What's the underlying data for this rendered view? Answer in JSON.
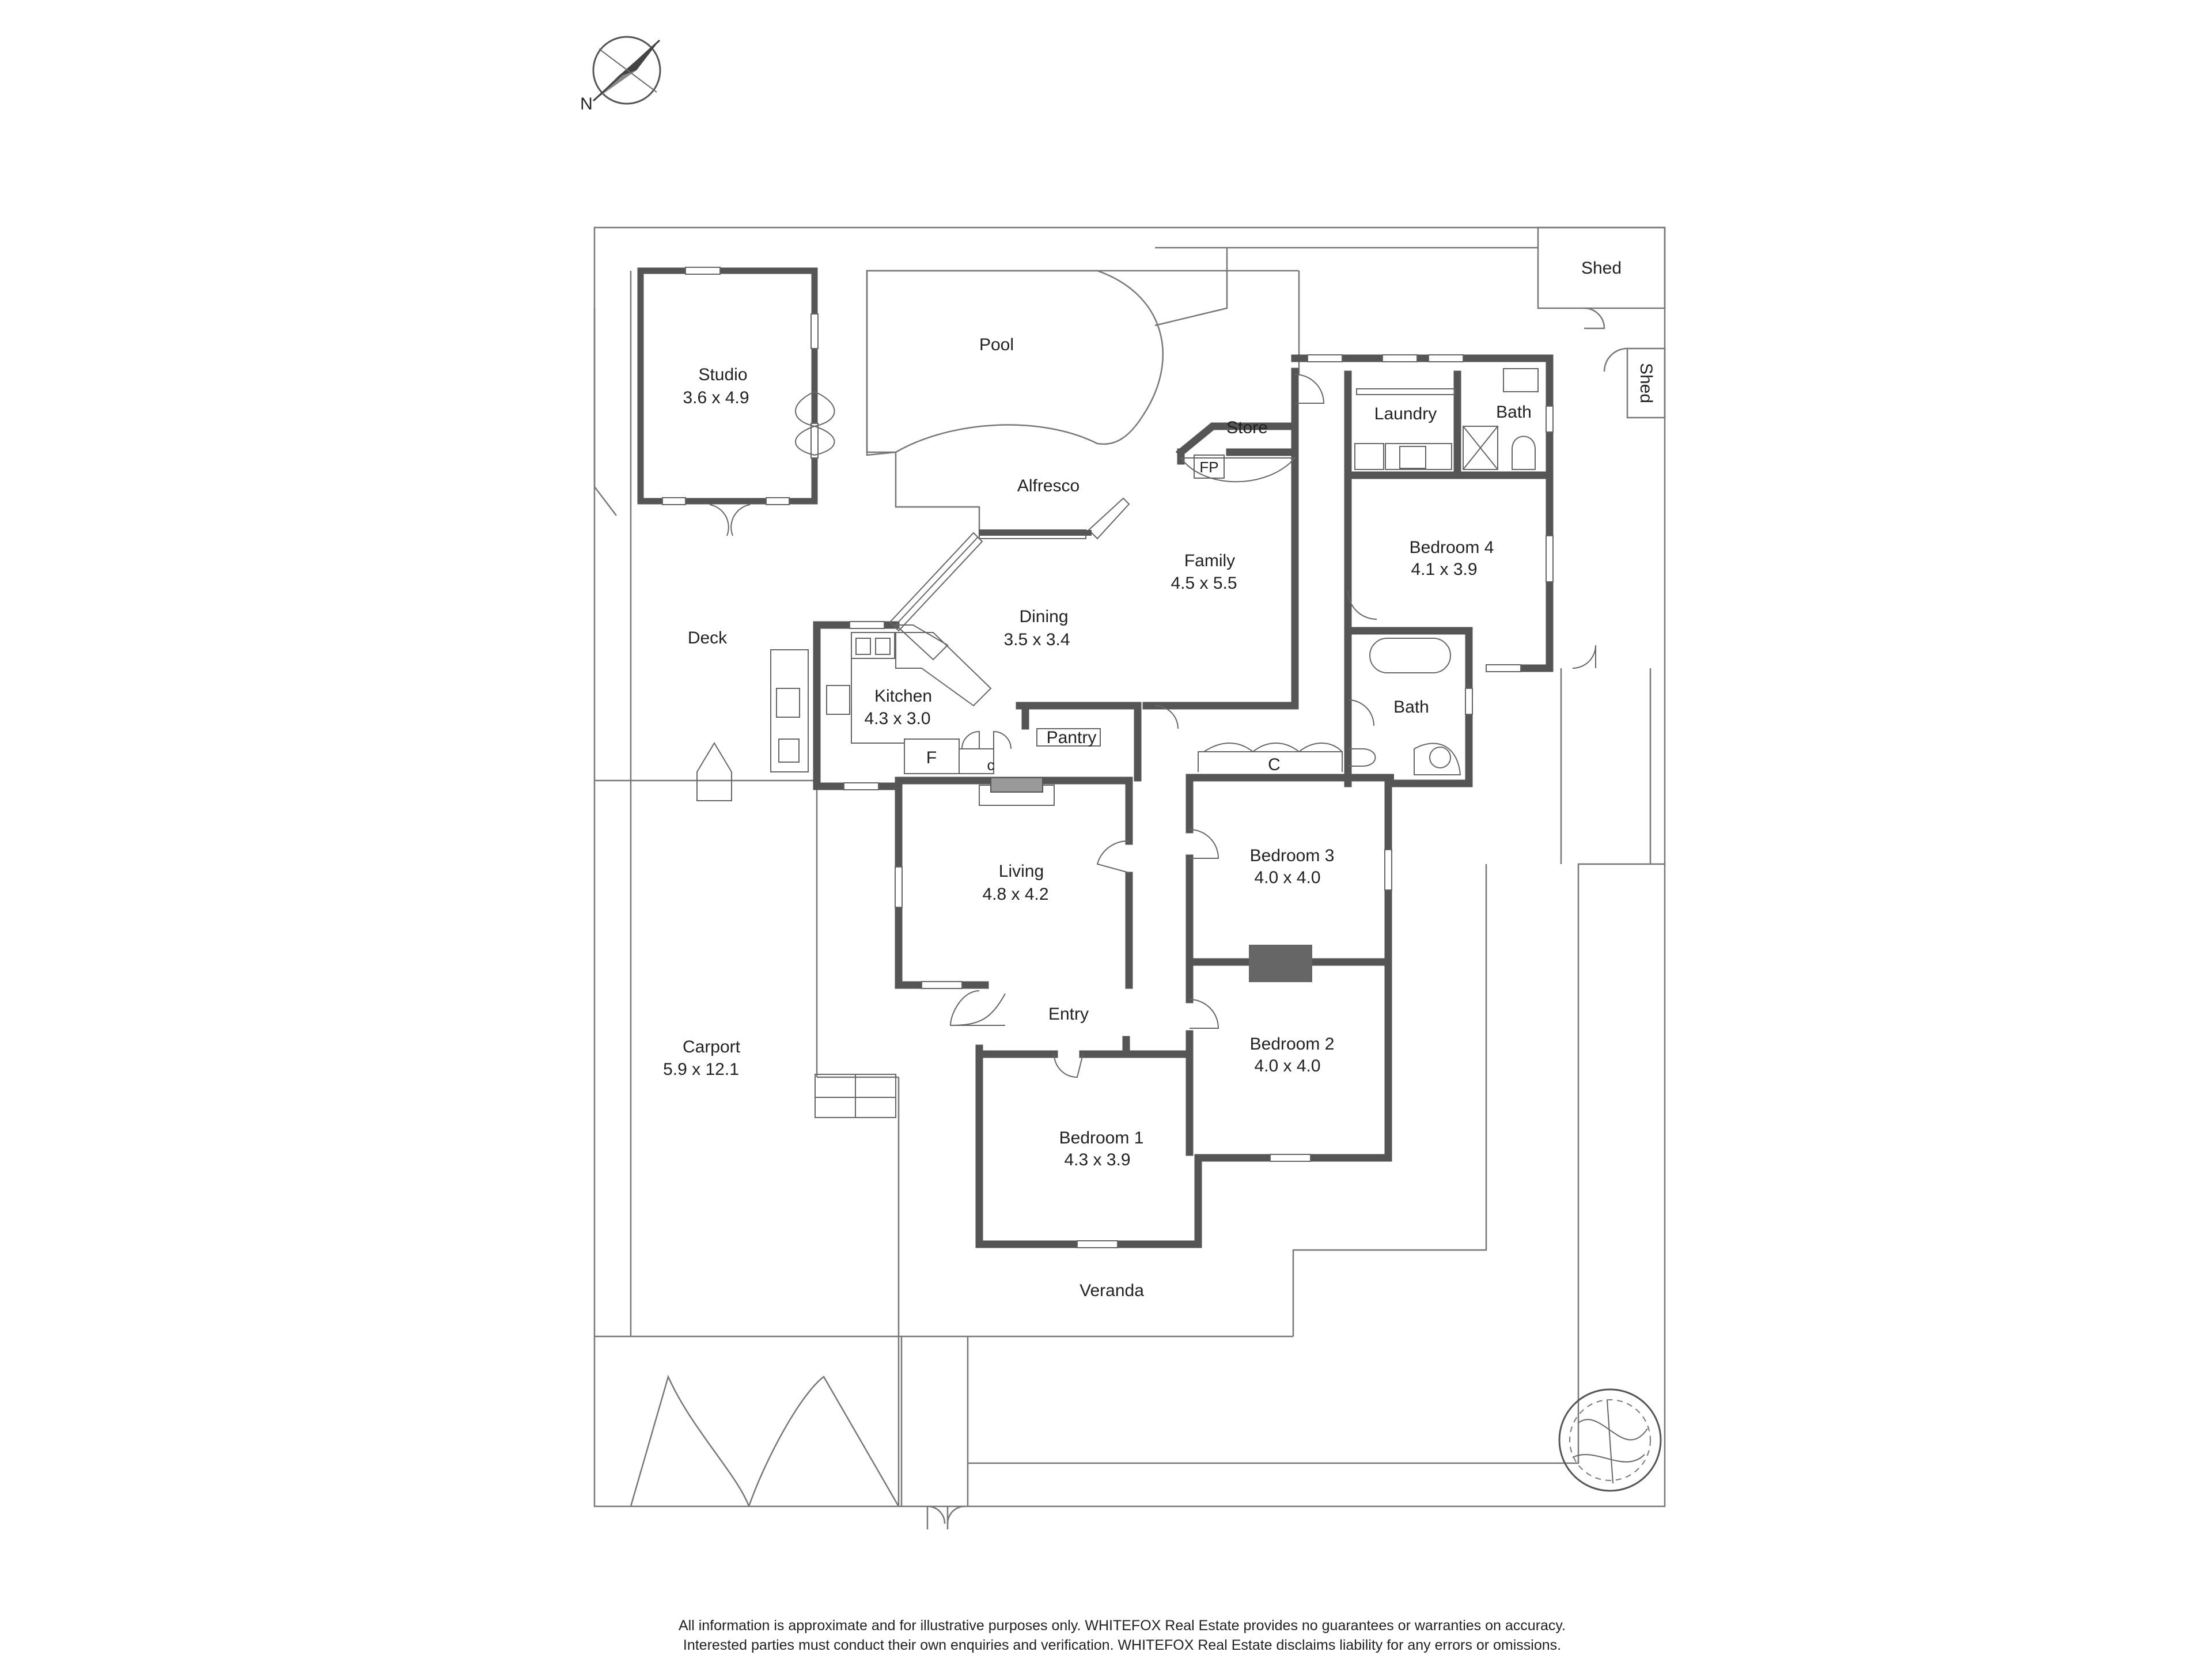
{
  "compass": {
    "label": "N"
  },
  "rooms": {
    "shed_1": {
      "name": "Shed"
    },
    "shed_2": {
      "name": "Shed"
    },
    "pool": {
      "name": "Pool"
    },
    "studio": {
      "name": "Studio",
      "size": "3.6 x 4.9"
    },
    "store": {
      "name": "Store"
    },
    "fp": {
      "name": "FP"
    },
    "laundry": {
      "name": "Laundry"
    },
    "bath_upper": {
      "name": "Bath"
    },
    "alfresco": {
      "name": "Alfresco"
    },
    "family": {
      "name": "Family",
      "size": "4.5 x 5.5"
    },
    "bedroom_4": {
      "name": "Bedroom 4",
      "size": "4.1 x 3.9"
    },
    "deck": {
      "name": "Deck"
    },
    "dining": {
      "name": "Dining",
      "size": "3.5 x 3.4"
    },
    "kitchen": {
      "name": "Kitchen",
      "size": "4.3 x 3.0"
    },
    "bath_lower": {
      "name": "Bath"
    },
    "pantry": {
      "name": "Pantry"
    },
    "fridge": {
      "name": "F"
    },
    "cupboard_small": {
      "name": "c"
    },
    "cupboard_hall": {
      "name": "C"
    },
    "living": {
      "name": "Living",
      "size": "4.8 x 4.2"
    },
    "bedroom_3": {
      "name": "Bedroom 3",
      "size": "4.0 x 4.0"
    },
    "carport": {
      "name": "Carport",
      "size": "5.9 x 12.1"
    },
    "entry": {
      "name": "Entry"
    },
    "bedroom_2": {
      "name": "Bedroom 2",
      "size": "4.0 x 4.0"
    },
    "bedroom_1": {
      "name": "Bedroom 1",
      "size": "4.3 x 3.9"
    },
    "veranda": {
      "name": "Veranda"
    }
  },
  "disclaimer": {
    "line1": "All information is approximate and for illustrative purposes only. WHITEFOX Real Estate provides no guarantees or warranties on accuracy.",
    "line2": "Interested parties must conduct their own enquiries and verification. WHITEFOX Real Estate disclaims liability for any errors or omissions."
  },
  "colors": {
    "wall": "#555555",
    "line": "#777777",
    "text": "#222222",
    "background": "#ffffff"
  }
}
